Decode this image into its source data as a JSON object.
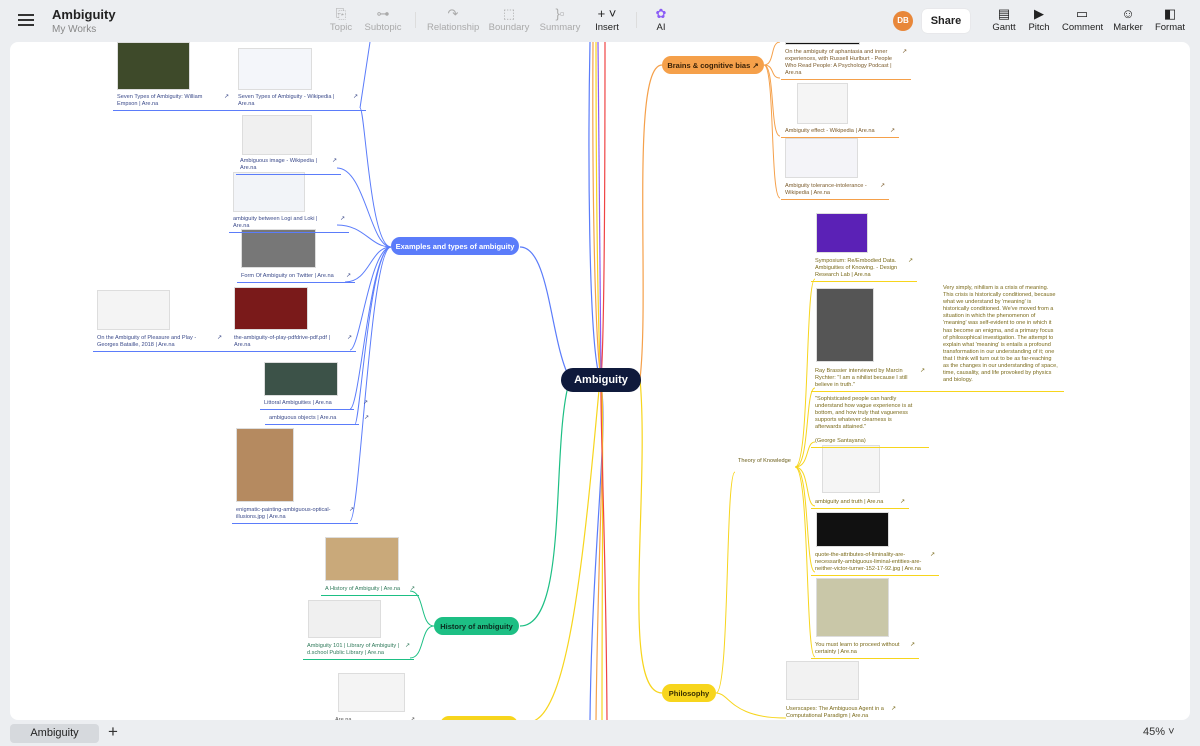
{
  "header": {
    "title": "Ambiguity",
    "subtitle": "My Works",
    "tools": [
      {
        "label": "Topic",
        "icon": "topic-icon"
      },
      {
        "label": "Subtopic",
        "icon": "subtopic-icon"
      },
      {
        "label": "Relationship",
        "icon": "relationship-icon"
      },
      {
        "label": "Boundary",
        "icon": "boundary-icon"
      },
      {
        "label": "Summary",
        "icon": "summary-icon"
      },
      {
        "label": "Insert",
        "icon": "plus-icon"
      },
      {
        "label": "AI",
        "icon": "ai-icon"
      }
    ],
    "avatar": "DB",
    "share": "Share",
    "right_tools": [
      {
        "label": "Gantt"
      },
      {
        "label": "Pitch"
      },
      {
        "label": "Comment"
      },
      {
        "label": "Marker"
      },
      {
        "label": "Format"
      }
    ]
  },
  "colors": {
    "blue": "#5b7cfa",
    "green": "#1dbf84",
    "orange": "#f5a04a",
    "yellow": "#f7d51d",
    "center": "#0f1a3c"
  },
  "map": {
    "center": "Ambiguity",
    "examples": {
      "label": "Examples and types of ambiguity",
      "leaves": [
        "Seven Types of Ambiguity: William Empson | Are.na",
        "Seven Types of Ambiguity - Wikipedia | Are.na",
        "Ambiguous image - Wikipedia | Are.na",
        "ambiguity between Logi and Loki | Are.na",
        "Form Of Ambiguity on Twitter | Are.na",
        "On the Ambiguity of Pleasure and Play - Georges Bataille, 2018 | Are.na",
        "the-ambiguity-of-play-pdfdrive-pdf.pdf | Are.na",
        "Littoral Ambiguities | Are.na",
        "ambiguous objects | Are.na",
        "enigmatic-painting-ambiguous-optical-illusions.jpg | Are.na"
      ]
    },
    "history": {
      "label": "History of ambiguity",
      "leaves": [
        "A History of Ambiguity | Are.na",
        "Ambiguity 101 | Library of Ambiguity | d.school Public Library | Are.na"
      ]
    },
    "bottom_leaf": "Are.na",
    "brains": {
      "label": "Brains & cognitive bias",
      "leaves": [
        "On the ambiguity of aphantasia and inner experiences, with Russell Hurlburt - People Who Read People: A Psychology Podcast | Are.na",
        "Ambiguity effect - Wikipedia | Are.na",
        "Ambiguity tolerance-intolerance - Wikipedia | Are.na"
      ]
    },
    "philosophy": {
      "label": "Philosophy",
      "sub": "Theory of Knowledge",
      "leaves": [
        "Symposium: Re/Embodied Data. Ambiguities of Knowing. - Design Research Lab | Are.na",
        "Ray Brassier interviewed by Marcin Rychter: \"I am a nihilist because I still believe in truth.\"",
        "\"Sophisticated people can hardly understand how vague experience is at bottom, and how truly that vagueness supports whatever clearness is afterwards attained.\"\n\n(George Santayana)",
        "ambiguity and truth | Are.na",
        "quote-the-attributes-of-liminality-are-necessarily-ambiguous-liminal-entities-are-neither-victor-turner-152-17-92.jpg | Are.na",
        "You must learn to proceed without certainty | Are.na",
        "Userscapes: The Ambiguous Agent in a Computational Paradigm | Are.na"
      ],
      "note": "Very simply, nihilism is a crisis of meaning. This crisis is historically conditioned, because what we understand by 'meaning' is historically conditioned. We've moved from a situation in which the phenomenon of 'meaning' was self-evident to one in which it has become an enigma, and a primary focus of philosophical investigation. The attempt to explain what 'meaning' is entails a profound transformation in our understanding of it; one that I think will turn out to be as far-reaching as the changes in our understanding of space, time, causality, and life provoked by physics and biology."
    }
  },
  "footer": {
    "sheet": "Ambiguity",
    "zoom": "45%"
  }
}
